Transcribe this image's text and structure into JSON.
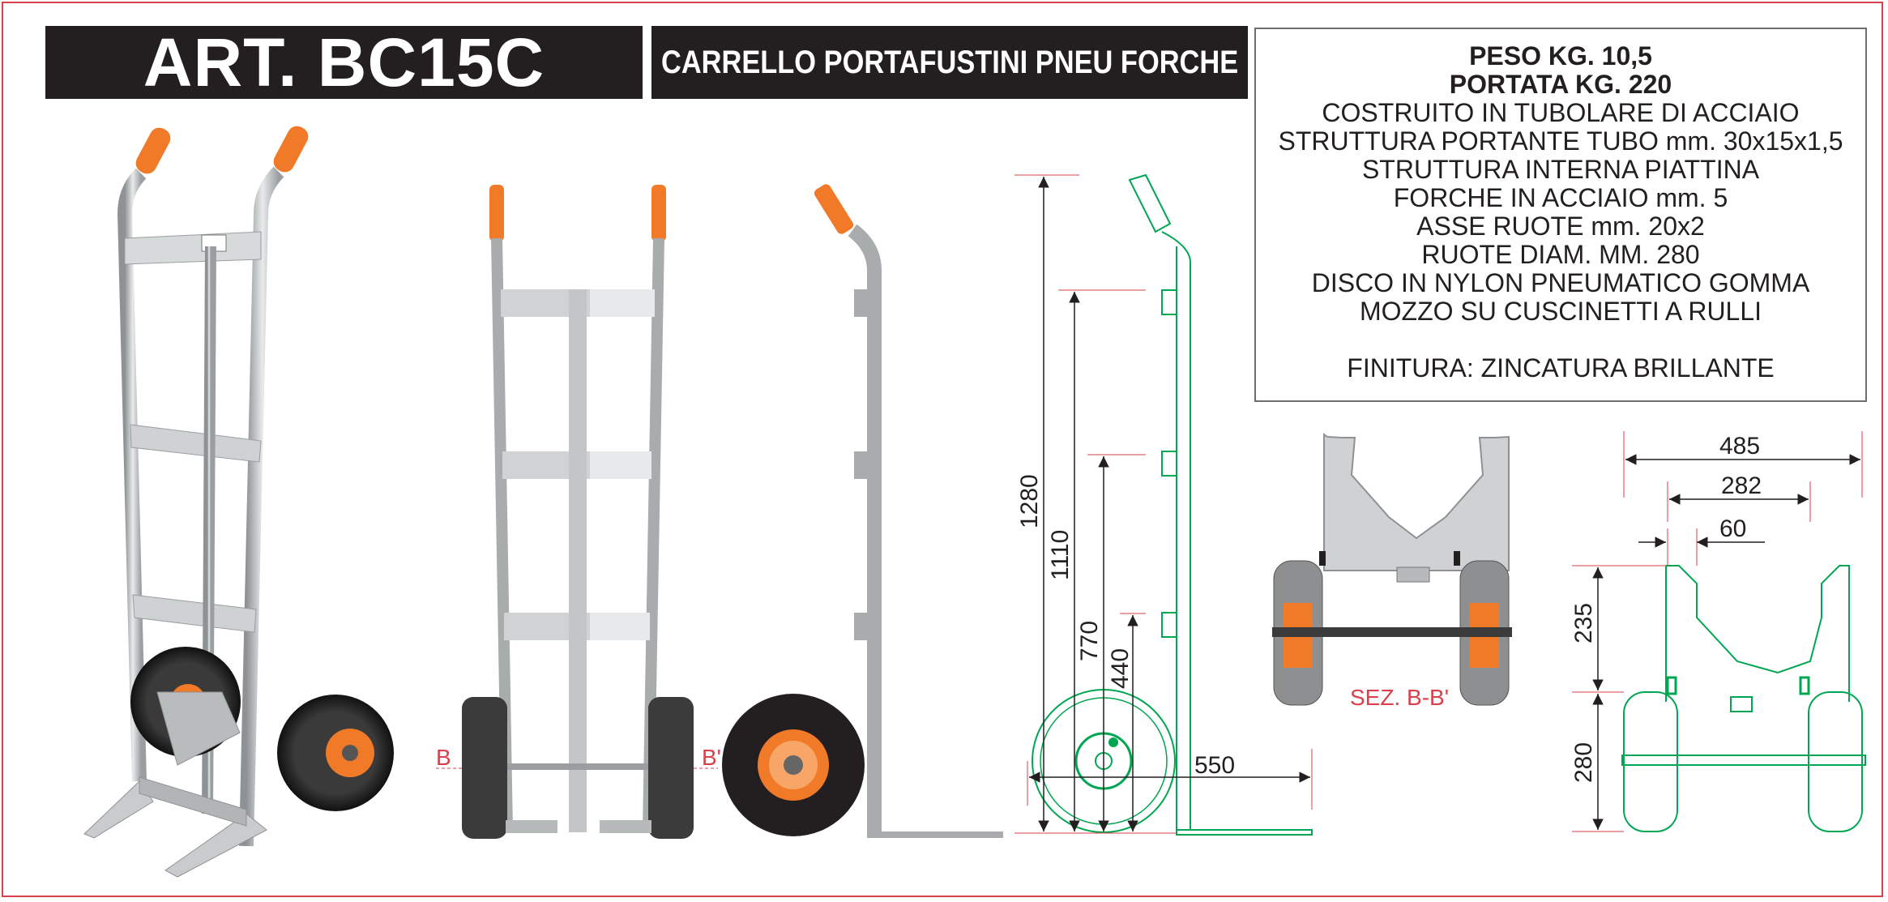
{
  "header": {
    "article": "ART. BC15C",
    "description": "CARRELLO PORTAFUSTINI  PNEU FORCHE"
  },
  "specs": {
    "weight": "PESO KG. 10,5",
    "capacity": "PORTATA KG. 220",
    "lines": [
      "COSTRUITO IN TUBOLARE DI ACCIAIO",
      "STRUTTURA PORTANTE TUBO mm. 30x15x1,5",
      "STRUTTURA INTERNA PIATTINA",
      "FORCHE IN ACCIAIO mm. 5",
      "ASSE RUOTE mm. 20x2",
      "RUOTE DIAM. MM. 280",
      "DISCO IN NYLON  PNEUMATICO GOMMA",
      "MOZZO SU CUSCINETTI A RULLI"
    ],
    "finish": "FINITURA: ZINCATURA BRILLANTE"
  },
  "drawing": {
    "section_left": "B",
    "section_right": "B'",
    "section_title": "SEZ. B-B'",
    "side_dims": {
      "total_height": "1280",
      "crossbar_3": "1110",
      "crossbar_2": "770",
      "crossbar_1": "440",
      "depth": "550"
    },
    "plan_dims": {
      "overall_width": "485",
      "inner_width": "282",
      "nose_offset": "60",
      "fork_length": "235",
      "wheel_zone": "280"
    }
  },
  "colors": {
    "frame": "#231f20",
    "accent_red": "#d9414c",
    "handle_orange": "#f07a28",
    "drawing_green": "#00a651",
    "aluminium": "#c9cbcc"
  }
}
